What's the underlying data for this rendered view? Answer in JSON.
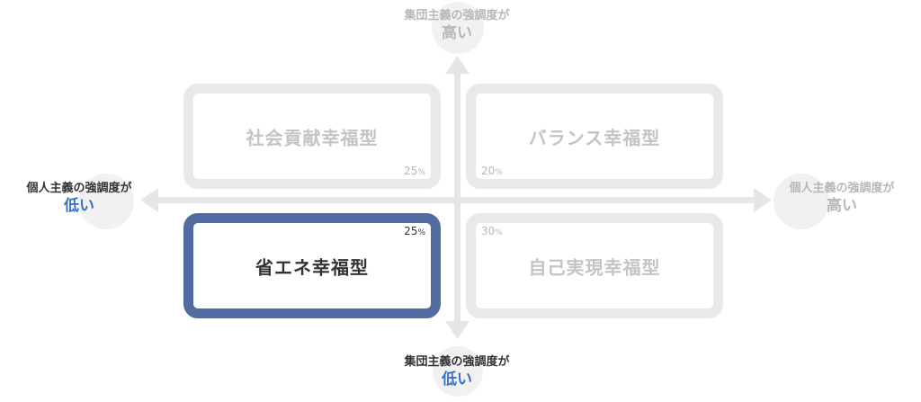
{
  "axes": {
    "top": {
      "line1": "集団主義の強調度が",
      "line2": "高い"
    },
    "bottom": {
      "line1": "集団主義の強調度が",
      "line2": "低い"
    },
    "left": {
      "line1": "個人主義の強調度が",
      "line2": "低い"
    },
    "right": {
      "line1": "個人主義の強調度が",
      "line2": "高い"
    }
  },
  "quadrants": {
    "top_left": {
      "name": "社会貢献幸福型",
      "percent": "25",
      "unit": "%"
    },
    "top_right": {
      "name": "バランス幸福型",
      "percent": "20",
      "unit": "%"
    },
    "bottom_left": {
      "name": "省エネ幸福型",
      "percent": "25",
      "unit": "%"
    },
    "bottom_right": {
      "name": "自己実現幸福型",
      "percent": "30",
      "unit": "%"
    }
  },
  "colors": {
    "selected_border": "#506ca0",
    "accent_text": "#3a72c4",
    "muted_border": "#e9e9e9",
    "muted_text": "#c4c4c4",
    "axis_arrow": "#e6e6e6"
  }
}
